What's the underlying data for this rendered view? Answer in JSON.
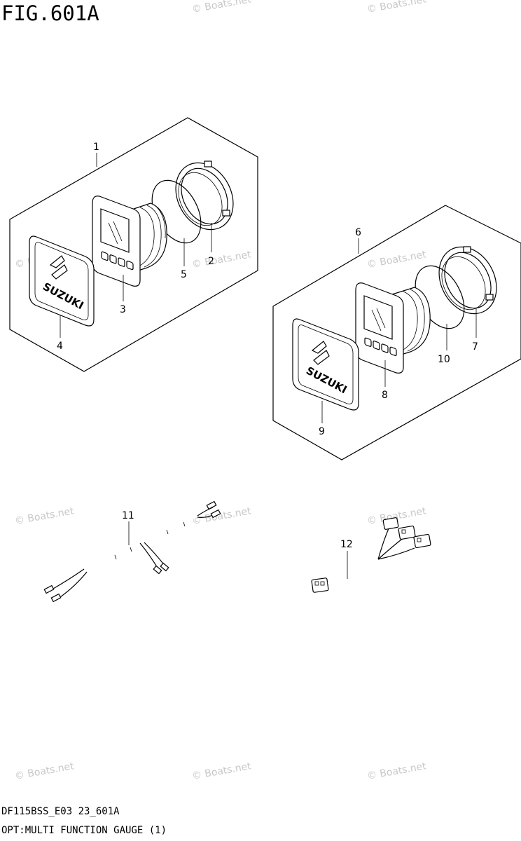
{
  "figure": {
    "title": "FIG.601A",
    "footer_code": "DF115BSS_E03 23_601A",
    "caption": "OPT:MULTI FUNCTION GAUGE (1)"
  },
  "watermark": "© Boats.net",
  "brand_logo_text": "SUZUKI",
  "callouts": [
    "1",
    "2",
    "3",
    "4",
    "5",
    "6",
    "7",
    "8",
    "9",
    "10",
    "11",
    "12"
  ]
}
